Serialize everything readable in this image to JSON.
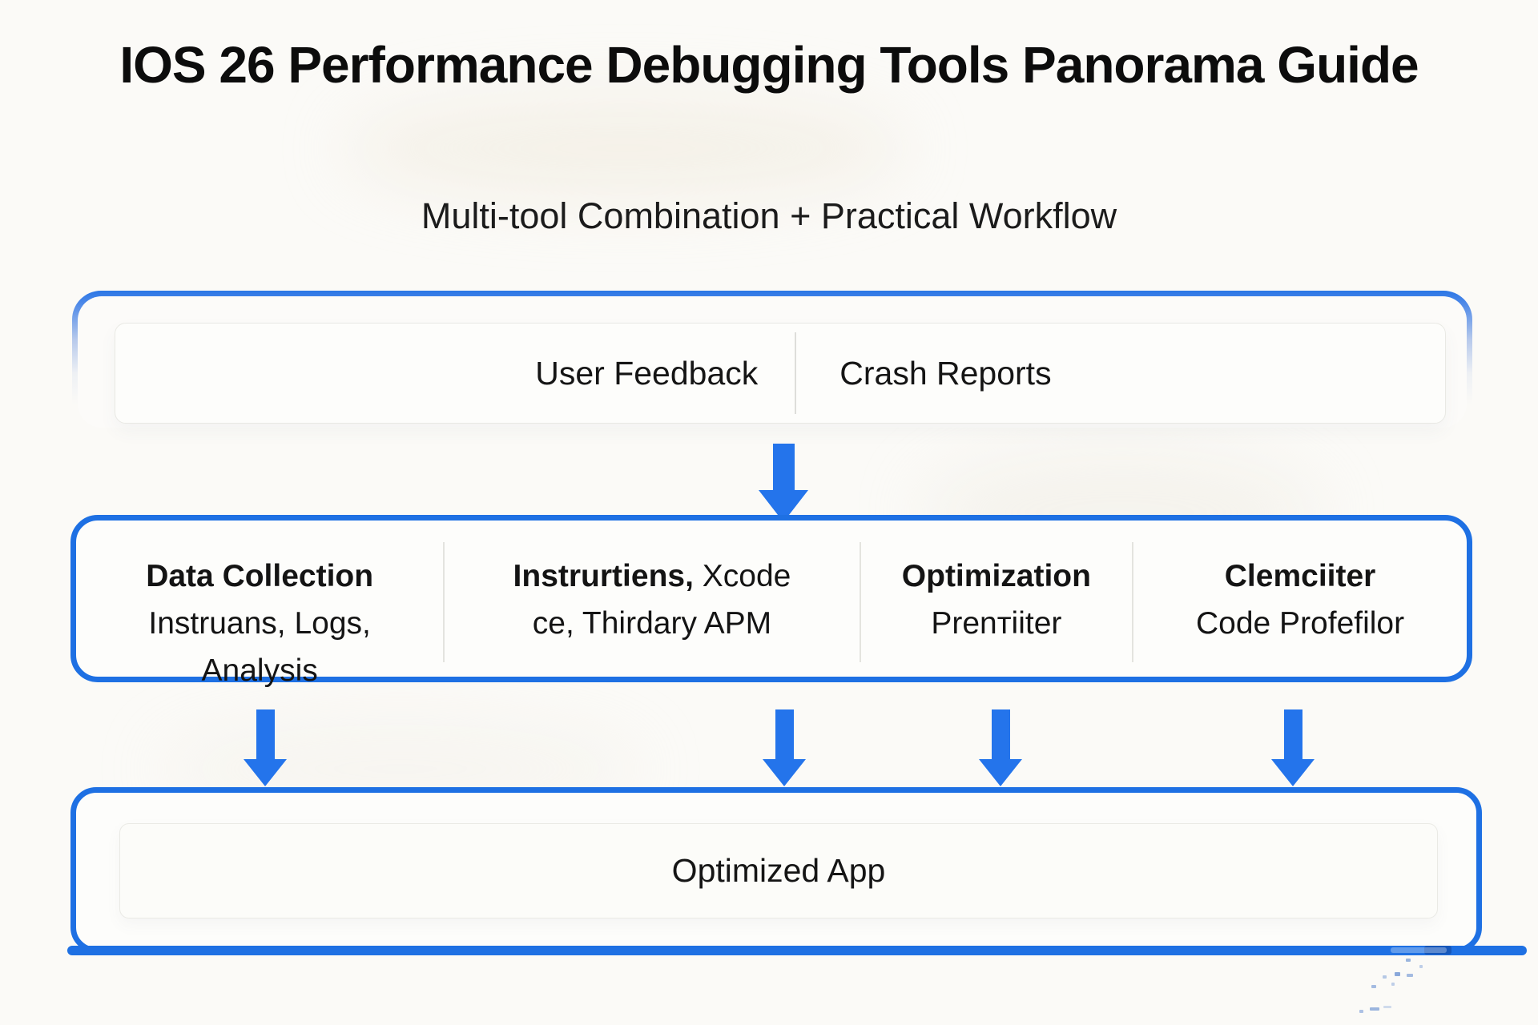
{
  "page": {
    "title": "IOS 26 Performance Debugging Tools Panorama Guide",
    "subtitle": "Multi-tool Combination + Practical Workflow"
  },
  "colors": {
    "accent_blue": "#1e70e3",
    "arrow_blue": "#2474eb"
  },
  "input_stage": {
    "items": [
      {
        "label": "User Feedback"
      },
      {
        "label": "Crash Reports"
      }
    ]
  },
  "tools_stage": {
    "columns": [
      {
        "header": "Data Collection",
        "header_rest": "",
        "lines": [
          "Instruans, Logs,",
          "Analysis"
        ]
      },
      {
        "header": "Instrurtiens,",
        "header_rest": " Xcode",
        "lines": [
          "ce, Thirdary APM"
        ]
      },
      {
        "header": "Optimization",
        "header_rest": "",
        "lines": [
          "Prenтiiter"
        ]
      },
      {
        "header": "Clemciiter",
        "header_rest": "",
        "lines": [
          "Code Profefilor"
        ]
      }
    ]
  },
  "output_stage": {
    "label": "Optimized App"
  }
}
